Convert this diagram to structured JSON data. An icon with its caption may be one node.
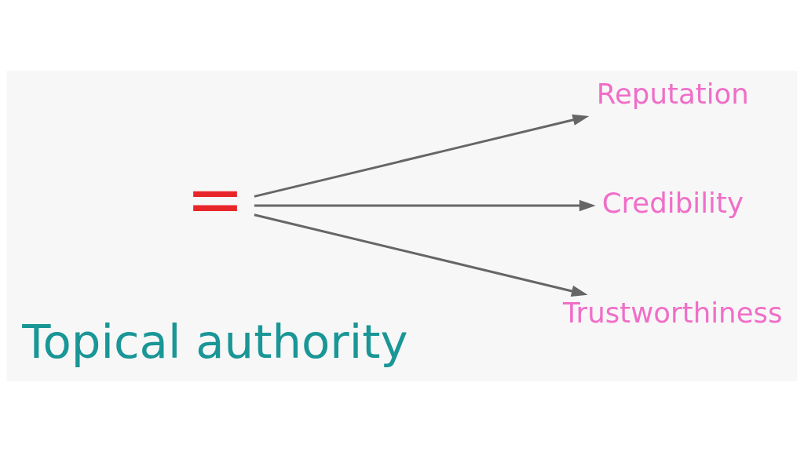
{
  "diagram": {
    "nodes": [
      {
        "text": [
          "Topical authority"
        ]
      },
      {
        "text": [
          "="
        ]
      },
      {
        "text": [
          "Reputation"
        ]
      },
      {
        "text": [
          "Credibility"
        ]
      },
      {
        "text": [
          "Trustworthiness"
        ]
      }
    ],
    "edges": [
      {
        "from": 1,
        "to": 2,
        "arrow": "to"
      },
      {
        "from": 1,
        "to": 3,
        "arrow": "to"
      },
      {
        "from": 1,
        "to": 4,
        "arrow": "to"
      }
    ]
  }
}
